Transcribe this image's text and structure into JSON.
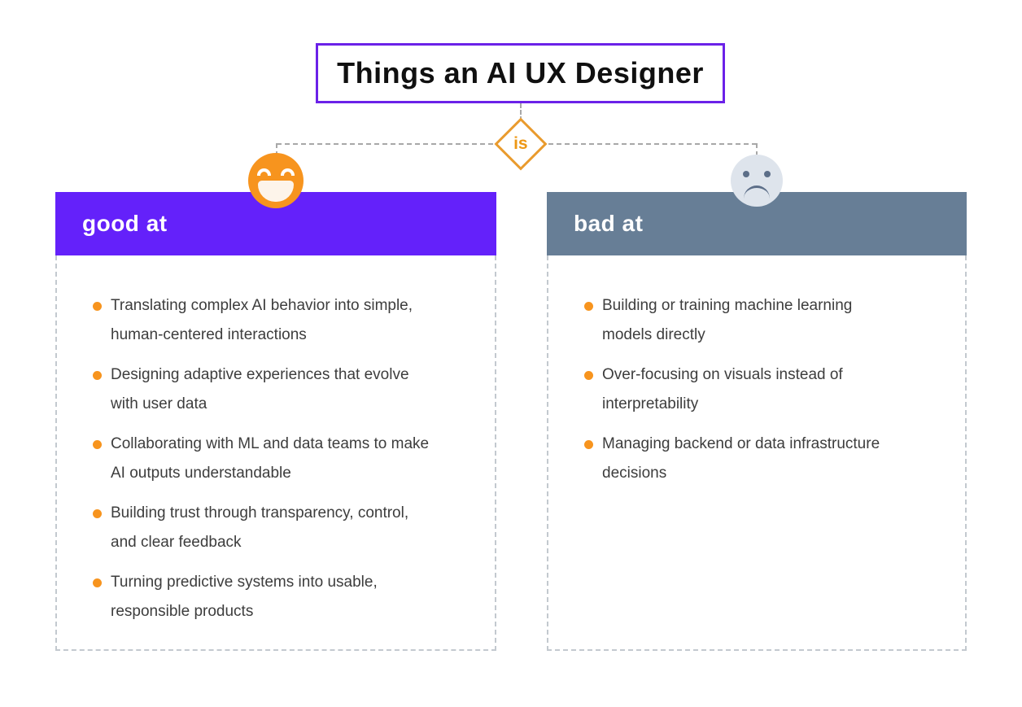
{
  "title": "Things an AI UX Designer",
  "connector": {
    "label": "is"
  },
  "columns": [
    {
      "id": "good-at",
      "label": "good at",
      "face": "happy-face-icon",
      "header_color": "#6421FA",
      "items": [
        "Translating complex AI behavior into simple, human-centered interactions",
        "Designing adaptive experiences that evolve with user data",
        "Collaborating with ML and data teams to make AI outputs understandable",
        "Building trust through transparency, control, and clear feedback",
        "Turning predictive systems into usable, responsible products"
      ]
    },
    {
      "id": "bad-at",
      "label": "bad at",
      "face": "sad-face-icon",
      "header_color": "#677E96",
      "items": [
        "Building or training machine learning models directly",
        "Over-focusing on visuals instead of interpretability",
        "Managing backend or data infrastructure decisions"
      ]
    }
  ],
  "colors": {
    "title_border": "#6B21E8",
    "good_header": "#6421FA",
    "bad_header": "#677E96",
    "bullet": "#F7941E",
    "happy_face": "#F7941E",
    "sad_face_bg": "#DEE4EC",
    "sad_face_features": "#5C6E88",
    "diamond_border": "#E99B2E",
    "diamond_text": "#ED9714",
    "body_text": "#3D3D3D",
    "dashed_box_border": "#C3C9CF",
    "connector_line": "#A8A8A8"
  }
}
